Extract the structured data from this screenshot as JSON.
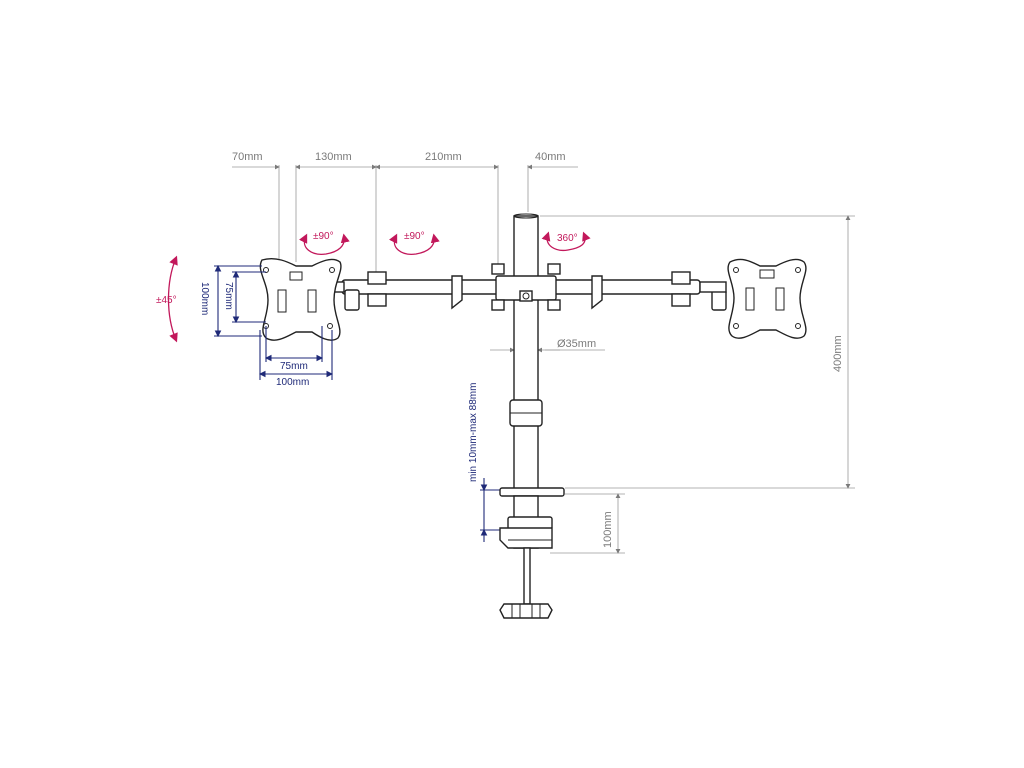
{
  "dimensions": {
    "top_70": "70mm",
    "top_130": "130mm",
    "top_210": "210mm",
    "top_40": "40mm",
    "pole_diameter": "Ø35mm",
    "height_400": "400mm",
    "clamp_100": "100mm",
    "desk_range": "min 10mm-max 88mm",
    "vesa_w_75": "75mm",
    "vesa_w_100": "100mm",
    "vesa_h_75": "75mm",
    "vesa_h_100": "100mm"
  },
  "rotations": {
    "tilt": "±45°",
    "swivel_1": "±90°",
    "swivel_2": "±90°",
    "rotate": "360°"
  },
  "colors": {
    "dimension_grey": "#7a7a7a",
    "dimension_blue": "#1f2a78",
    "rotation_magenta": "#c2185b",
    "line": "#222222"
  }
}
